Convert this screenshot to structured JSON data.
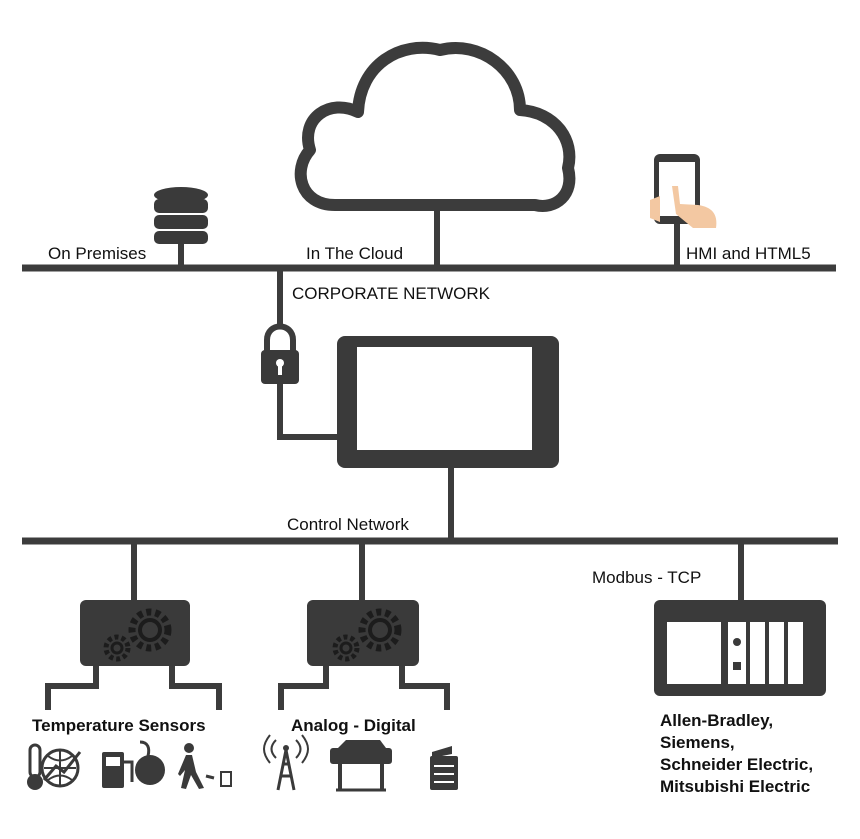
{
  "colors": {
    "line": "#3c3c3c",
    "device": "#3a3a3a",
    "screen": "#ffffff",
    "skin": "#f3c8a2"
  },
  "top": {
    "on_premises": "On Premises",
    "in_the_cloud": "In The Cloud",
    "hmi_html5": "HMI and HTML5",
    "corporate_network": "CORPORATE NETWORK"
  },
  "middle": {
    "control_network": "Control Network",
    "modbus": "Modbus - TCP"
  },
  "bottom": {
    "temperature_sensors": "Temperature Sensors",
    "analog_digital": "Analog - Digital",
    "vendors": [
      "Allen-Bradley,",
      "Siemens,",
      "Schneider Electric,",
      "Mitsubishi Electric"
    ]
  },
  "icons": [
    "database-icon",
    "cloud-icon",
    "tablet-hand-icon",
    "padlock-icon",
    "hmi-panel-icon",
    "gears-icon",
    "thermometer-globe-icon",
    "fuel-pump-icon",
    "person-bin-icon",
    "radio-tower-icon",
    "plotter-icon",
    "copier-icon",
    "plc-rack-icon"
  ]
}
